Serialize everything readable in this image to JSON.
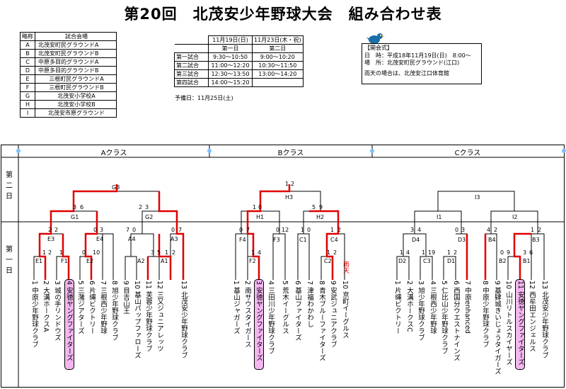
{
  "title": "第20回　北茂安少年野球大会　組み合わせ表",
  "venues": {
    "header": [
      "略称",
      "試合会場"
    ],
    "rows": [
      [
        "A",
        "北茂安町民グラウンドA"
      ],
      [
        "B",
        "北茂安町民グラウンドB"
      ],
      [
        "C",
        "中原多目的グラウンドA"
      ],
      [
        "D",
        "中原多目的グラウンドB"
      ],
      [
        "E",
        "三根町民グラウンドA"
      ],
      [
        "F",
        "三根町民グラウンドB"
      ],
      [
        "G",
        "北茂安小学校A"
      ],
      [
        "H",
        "北茂安小学校B"
      ],
      [
        "I",
        "北茂安市原グラウンド"
      ]
    ]
  },
  "schedule": {
    "dates": [
      "11月19日(日)",
      "11月23日(木・祝)"
    ],
    "days": [
      "第一日",
      "第二日"
    ],
    "rows": [
      [
        "第一試合",
        "9:30～10:50",
        "9:00～10:20"
      ],
      [
        "第二試合",
        "11:00～12:20",
        "10:30～11:50"
      ],
      [
        "第三試合",
        "12:30～13:50",
        "13:00～14:20"
      ],
      [
        "第四試合",
        "14:00～15:20",
        ""
      ]
    ],
    "yobi": "予備日：11月25日(土)"
  },
  "opening": {
    "heading": "【開会式】",
    "line1": "日　時：平成18年11月19日(日)　8:00～",
    "line2": "場　所：北茂安町民グラウンド(江口)",
    "line3": "雨天の場合は、北茂安江口体育館"
  },
  "bracket": {
    "day_labels": [
      "第二日",
      "第一日"
    ],
    "classes": [
      "Aクラス",
      "Bクラス",
      "Cクラス"
    ],
    "teams_a": [
      "1 中原少年野球クラブ",
      "2 大溝ホークスA",
      "3 城の手リンドウズ",
      "4 安徳ヤングファイターズ",
      "5 三潴ジアターズ",
      "6 片縄ビクトリー",
      "7 三根西少年野球",
      "8 旭少年野球クラブ",
      "9 目吉山王",
      "10 基山パップファローズ",
      "11 芙蓉少年野球クラブ",
      "12 三又ジュニアレッツ",
      "13 北茂安少年野球クラブ"
    ],
    "teams_b": [
      "1 基山ジャガーズ",
      "2 南サウスタイガース",
      "3 安徳ヤングファイターズ",
      "4 三田川少年野球クラブ",
      "5 荒木イーグルス",
      "6 基山ファイターズ",
      "7 津福わかわし",
      "8 青木ブルーファイターズ",
      "9 安武ジュニアクラブ",
      "10 京町イーグルス"
    ],
    "teams_c": [
      "1 片縄ビクトリー",
      "2 大溝ホークスC",
      "3 旭少年野球クラブ",
      "4 三根西少年野球",
      "5 仁比山少年野球クラブ",
      "6 西国分ウエストナインズ",
      "7 中原enhanced",
      "8 中原少年野球クラブ",
      "9 基肄城きいじょうタイガーズ",
      "10 山川リトルスカイヤーズ",
      "11 安徳ヤングファイターズ",
      "12 西牟田エンジェルス",
      "13 北茂安少年野球クラブ"
    ],
    "rain_note": "雨天",
    "colors": {
      "winner": "#e00000",
      "highlight": "#f4b6f0"
    }
  }
}
